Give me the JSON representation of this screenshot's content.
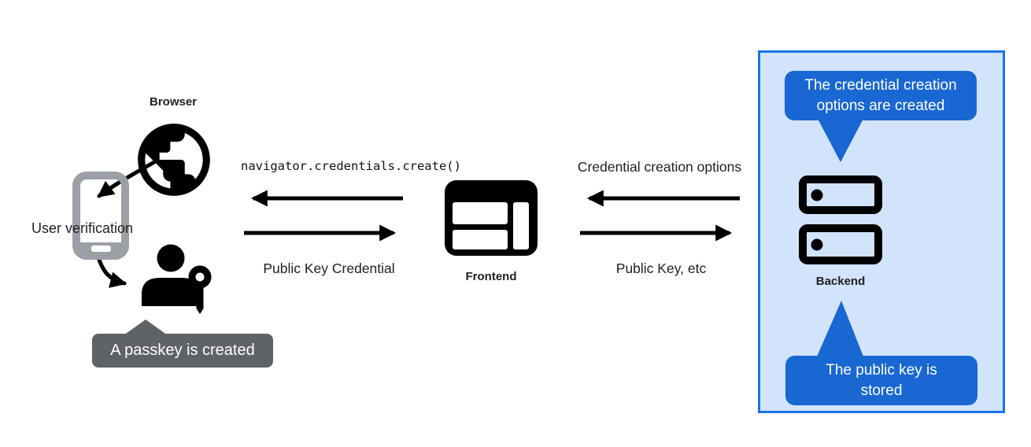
{
  "browser": {
    "label": "Browser"
  },
  "user_device": {
    "verification_label": "User verification",
    "passkey_tooltip": "A passkey is created"
  },
  "frontend": {
    "label": "Frontend",
    "call_label": "navigator.credentials.create()",
    "return_label": "Public Key Credential"
  },
  "backend": {
    "label": "Backend",
    "request_label": "Credential creation options",
    "response_label": "Public Key, etc",
    "callout_top": "The credential creation\noptions are created",
    "callout_bottom": "The public key is\nstored"
  },
  "icons": {
    "browser": "globe-icon",
    "device": "smartphone-icon",
    "user": "person-with-key-icon",
    "frontend": "browser-window-icon",
    "backend": "server-stack-icon"
  },
  "colors": {
    "callout_blue": "#1967d2",
    "panel_fill": "#d2e3fc",
    "panel_border": "#1a73e8",
    "tooltip_gray": "#5f6368",
    "device_gray": "#9aa0a6",
    "icon_black": "#000000"
  }
}
